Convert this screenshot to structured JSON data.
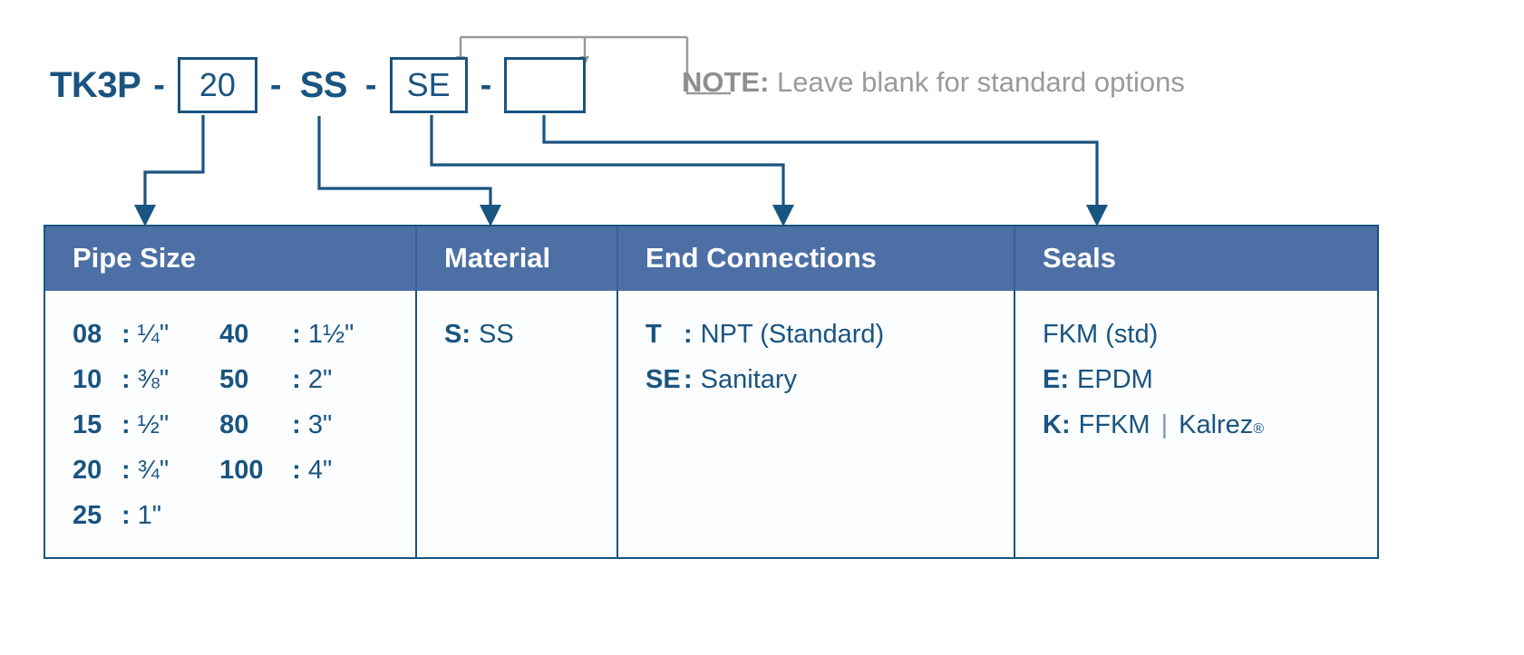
{
  "model_code": {
    "prefix": "TK3P",
    "separator": "-",
    "segments": [
      {
        "name": "pipe-size",
        "value": "20",
        "boxed": true
      },
      {
        "name": "material",
        "value": "SS",
        "boxed": false
      },
      {
        "name": "end-connections",
        "value": "SE",
        "boxed": true
      },
      {
        "name": "seals",
        "value": "",
        "boxed": true
      }
    ]
  },
  "note": {
    "label": "NOTE:",
    "text": " Leave blank for standard options"
  },
  "table": {
    "headers": [
      "Pipe Size",
      "Material",
      "End Connections",
      "Seals"
    ],
    "pipe_size": {
      "column_a": [
        {
          "code": "08",
          "sep": ":",
          "value": "¼\""
        },
        {
          "code": "10",
          "sep": ":",
          "value": "⅜\""
        },
        {
          "code": "15",
          "sep": ":",
          "value": "½\""
        },
        {
          "code": "20",
          "sep": ":",
          "value": "¾\""
        },
        {
          "code": "25",
          "sep": ":",
          "value": "1\""
        }
      ],
      "column_b": [
        {
          "code": "40",
          "sep": ":",
          "value": "1½\""
        },
        {
          "code": "50",
          "sep": ":",
          "value": "2\""
        },
        {
          "code": "80",
          "sep": ":",
          "value": "3\""
        },
        {
          "code": "100",
          "sep": ":",
          "value": "4\""
        }
      ]
    },
    "material": [
      {
        "code": "S",
        "sep": ":",
        "value": "SS"
      }
    ],
    "end_connections": [
      {
        "code": "T",
        "sep": ":",
        "value": "NPT (Standard)"
      },
      {
        "code": "SE",
        "sep": ":",
        "value": "Sanitary"
      }
    ],
    "seals": [
      {
        "code": "",
        "sep": "",
        "value": "FKM (std)"
      },
      {
        "code": "E",
        "sep": ":",
        "value": "EPDM"
      },
      {
        "code": "K",
        "sep": ":",
        "value": "FFKM",
        "divider": "|",
        "value2": "Kalrez",
        "superscript": "®"
      }
    ]
  },
  "colors": {
    "primary_blue": "#1A5480",
    "header_blue": "#4C6FA5",
    "note_gray": "#9a9a9e",
    "bracket_gray": "#9a9a9e",
    "panel_bg": "#fbfdff"
  }
}
